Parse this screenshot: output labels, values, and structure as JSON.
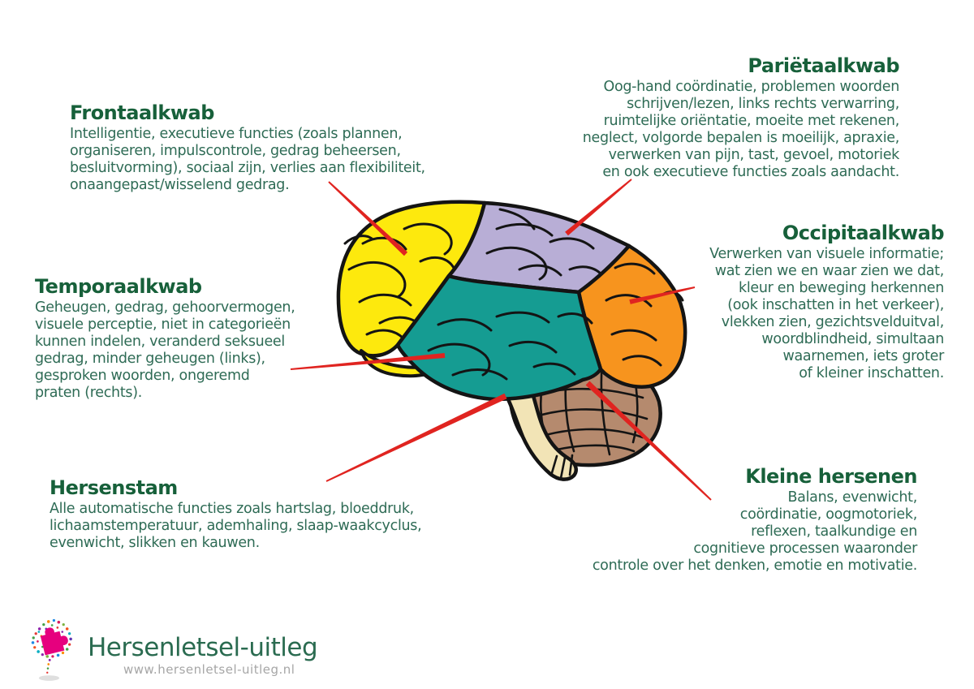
{
  "colors": {
    "heading_green": "#17603a",
    "body_green": "#2e6b55",
    "line_red": "#e02420",
    "frontal_yellow": "#fde90d",
    "parietal_purple": "#b8aed6",
    "temporal_teal": "#159c92",
    "occipital_orange": "#f7941e",
    "cerebellum_brown": "#b58a6e",
    "brainstem_cream": "#f2e4b6",
    "outline_black": "#141414"
  },
  "sections": {
    "frontaalkwab": {
      "title": "Frontaalkwab",
      "lines": [
        "Intelligentie, executieve functies (zoals plannen,",
        "organiseren, impulscontrole, gedrag beheersen,",
        "besluitvorming), sociaal zijn, verlies aan flexibiliteit,",
        "onaangepast/wisselend gedrag."
      ]
    },
    "parietaalkwab": {
      "title": "Pariëtaalkwab",
      "lines": [
        "Oog-hand coördinatie, problemen woorden",
        "schrijven/lezen, links rechts verwarring,",
        "ruimtelijke oriëntatie, moeite met rekenen,",
        "neglect, volgorde bepalen is moeilijk, apraxie,",
        "verwerken van pijn, tast, gevoel, motoriek",
        "en ook executieve functies zoals aandacht."
      ]
    },
    "temporaalkwab": {
      "title": "Temporaalkwab",
      "lines": [
        "Geheugen, gedrag, gehoorvermogen,",
        "visuele perceptie, niet in categorieën",
        "kunnen indelen, veranderd seksueel",
        "gedrag, minder geheugen (links),",
        "gesproken woorden, ongeremd",
        "praten (rechts)."
      ]
    },
    "occipitaalkwab": {
      "title": "Occipitaalkwab",
      "lines": [
        "Verwerken van visuele informatie;",
        "wat zien we en waar zien we dat,",
        "kleur en beweging herkennen",
        "(ook inschatten in het verkeer),",
        "vlekken zien, gezichtsvelduitval,",
        "woordblindheid, simultaan",
        "waarnemen, iets groter",
        "of kleiner inschatten."
      ]
    },
    "hersenstam": {
      "title": "Hersenstam",
      "lines": [
        "Alle automatische functies zoals hartslag, bloeddruk,",
        "lichaamstemperatuur, ademhaling, slaap-waakcyclus,",
        "evenwicht, slikken en kauwen."
      ]
    },
    "kleine_hersenen": {
      "title": "Kleine hersenen",
      "lines": [
        "Balans, evenwicht,",
        "coördinatie, oogmotoriek,",
        "reflexen, taalkundige en",
        "cognitieve processen waaronder",
        "controle over het denken, emotie en motivatie."
      ]
    }
  },
  "logo": {
    "name": "Hersenletsel-uitleg",
    "url": "www.hersenletsel-uitleg.nl"
  }
}
